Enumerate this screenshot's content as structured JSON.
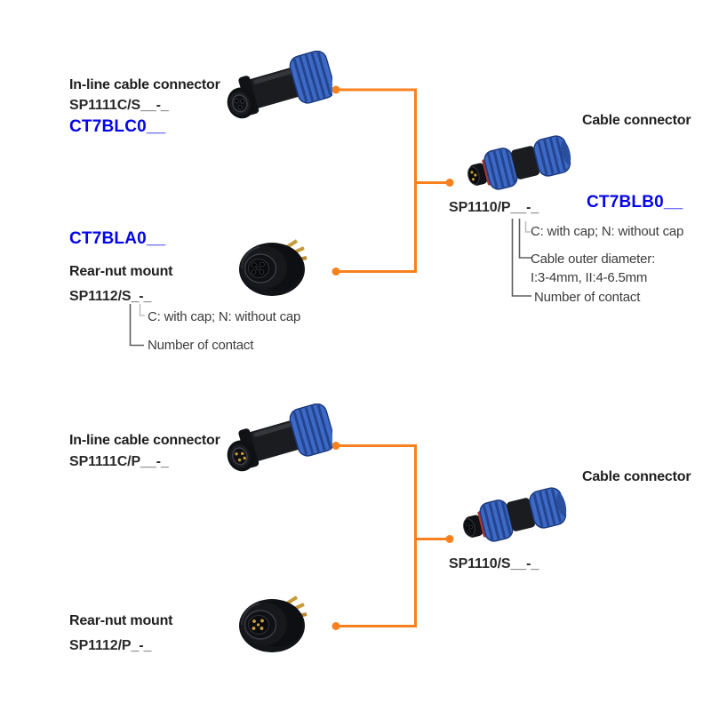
{
  "colors": {
    "accent_orange": "#F8811F",
    "code_blue": "#0505E8",
    "heading_text": "#1F1F1F",
    "part_text": "#2A2A2A",
    "callout_text": "#3C3C3C",
    "callout_line": "#5E5E5E",
    "callout_line_light": "#C0C0C0",
    "connector_blue": "#3D6AC6",
    "connector_black": "#17181C",
    "pin_gold": "#C79A3A"
  },
  "top": {
    "inline": {
      "title": "In-line cable connector",
      "part": "SP1111C/S__-_",
      "code": "CT7BLC0__"
    },
    "rear": {
      "code": "CT7BLA0__",
      "title": "Rear-nut mount",
      "part": "SP1112/S_-_",
      "callout_cap": "C: with cap; N: without cap",
      "callout_contact": "Number of contact"
    },
    "cable": {
      "title": "Cable connector",
      "part": "SP1110/P__-_",
      "code": "CT7BLB0__",
      "callout_cap": "C: with cap; N: without cap",
      "callout_diameter_label": "Cable outer diameter:",
      "callout_diameter_values": "I:3-4mm, II:4-6.5mm",
      "callout_contact": "Number of contact"
    }
  },
  "bottom": {
    "inline": {
      "title": "In-line cable connector",
      "part": "SP1111C/P__-_"
    },
    "rear": {
      "title": "Rear-nut mount",
      "part": "SP1112/P_-_"
    },
    "cable": {
      "title": "Cable connector",
      "part": "SP1110/S__-_"
    }
  }
}
